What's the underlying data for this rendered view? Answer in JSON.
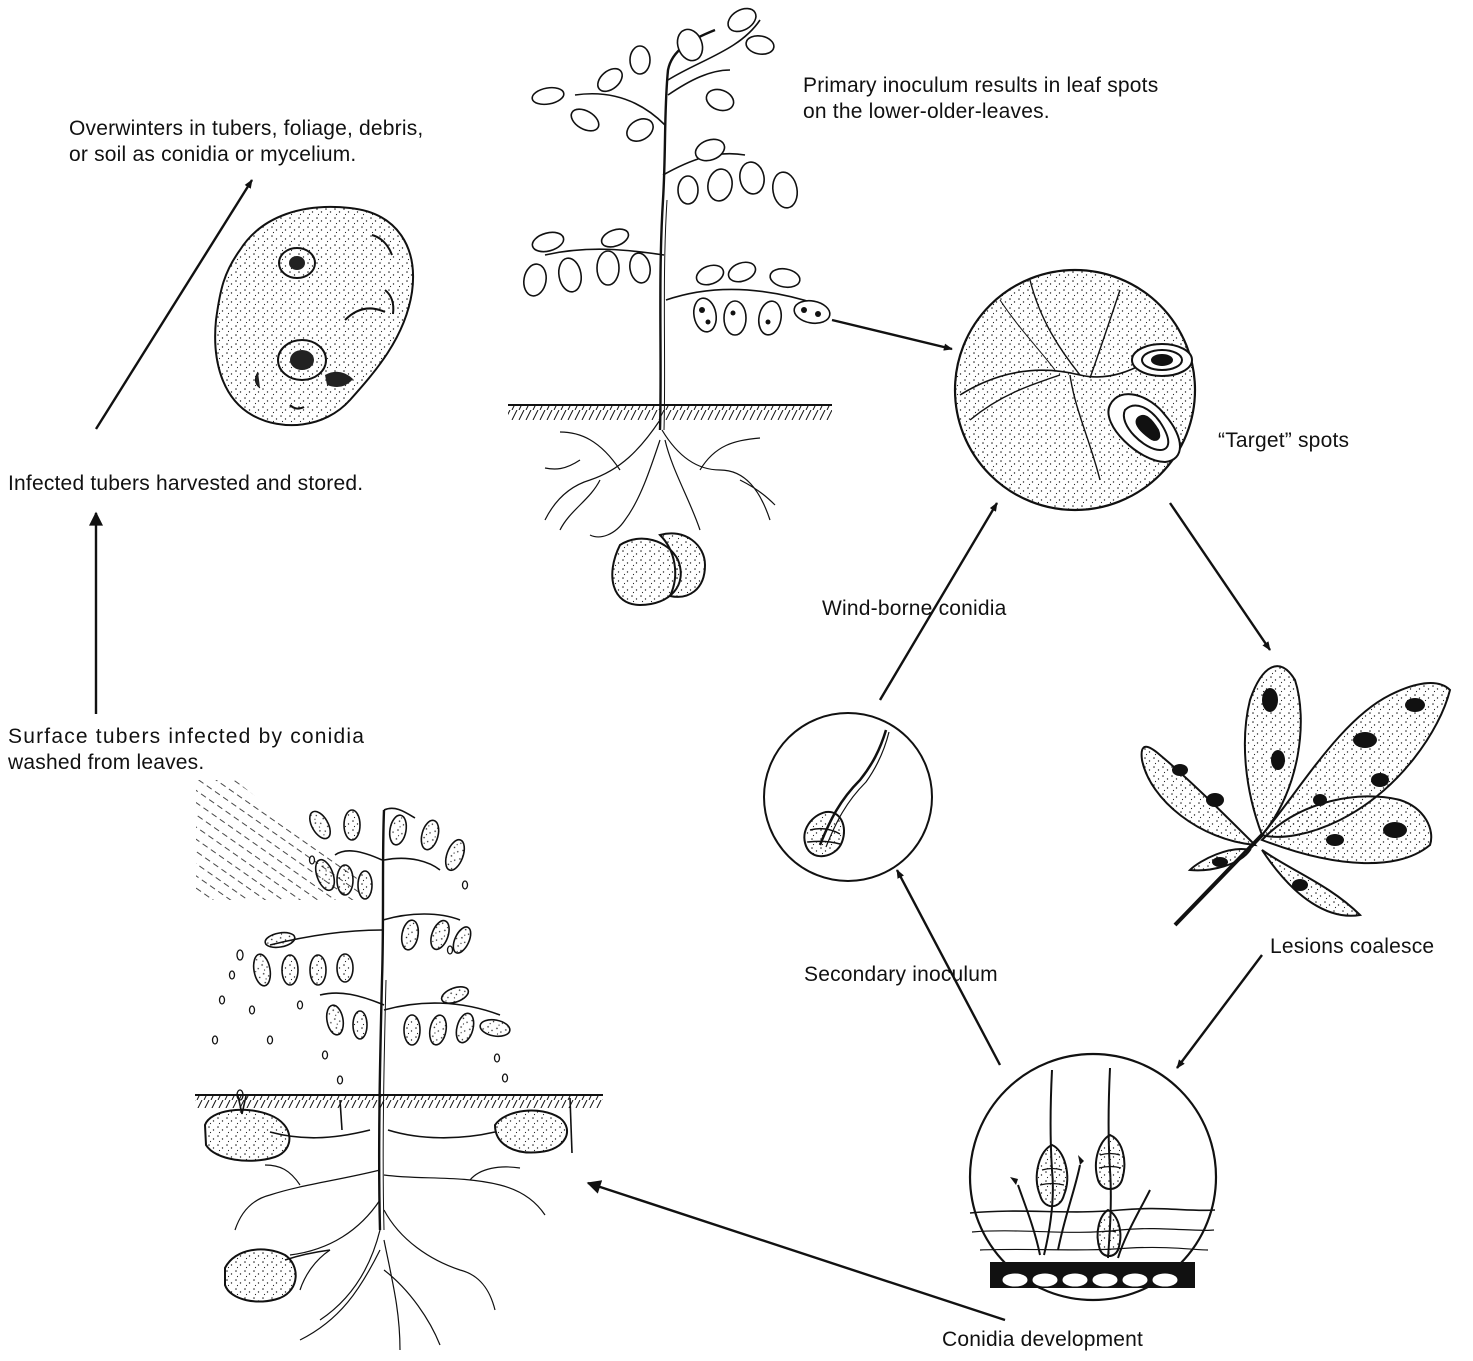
{
  "labels": {
    "overwinters": [
      "Overwinters in tubers, foliage, debris,",
      "or soil as conidia or mycelium."
    ],
    "primary": [
      "Primary inoculum results in leaf spots",
      "on the lower-older-leaves."
    ],
    "harvested": "Infected tubers harvested and stored.",
    "surface": [
      "Surface tubers infected by conidia",
      "washed from leaves."
    ],
    "target": "“Target” spots",
    "wind": "Wind-borne conidia",
    "lesions": "Lesions coalesce",
    "secondary": "Secondary inoculum",
    "conidia_dev": "Conidia development"
  },
  "colors": {
    "ink": "#111111",
    "background": "#ffffff"
  }
}
